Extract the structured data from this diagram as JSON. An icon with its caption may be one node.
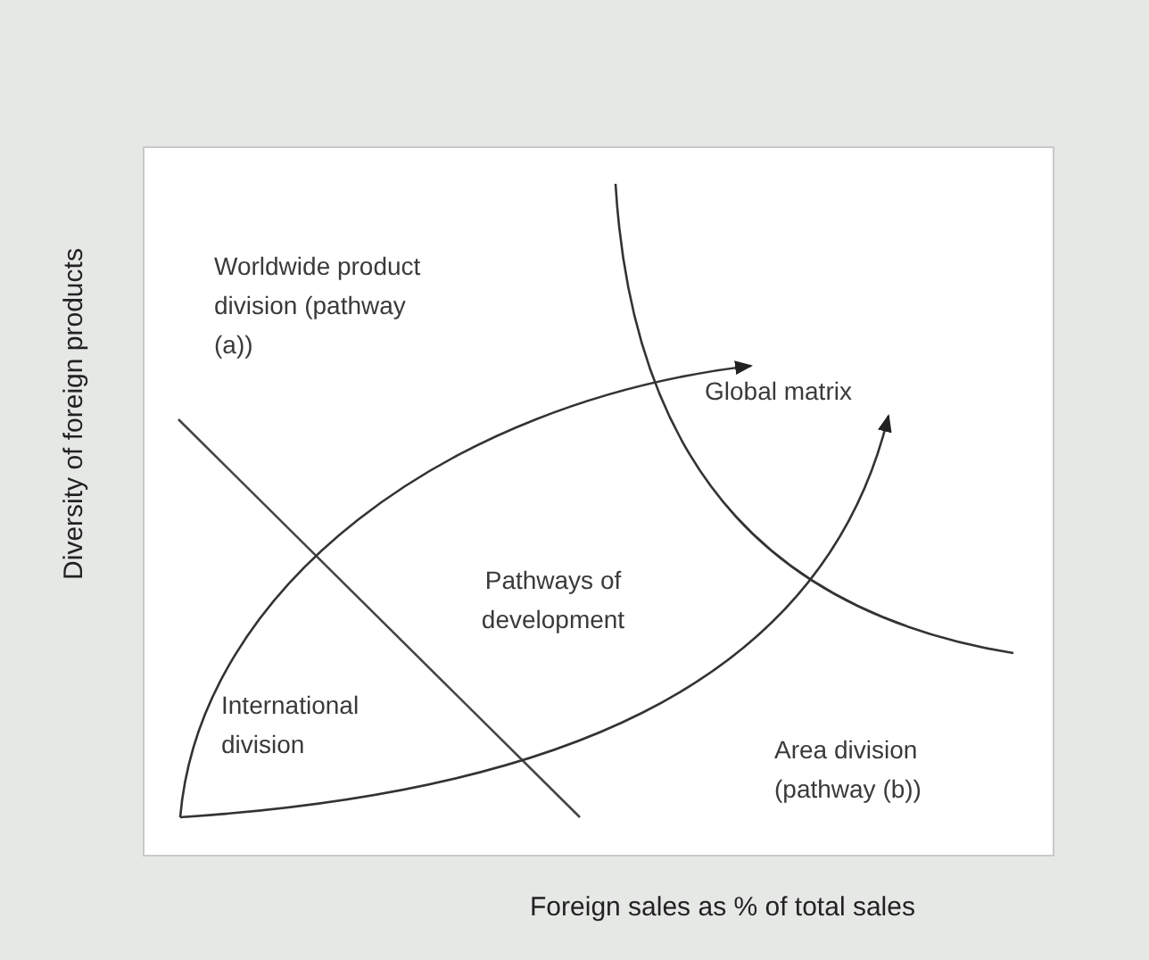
{
  "diagram": {
    "nodes": [
      {
        "text": [
          "Worldwide product division (pathway (a))"
        ]
      },
      {
        "text": [
          "Global matrix"
        ]
      },
      {
        "text": [
          "Pathways of development"
        ]
      },
      {
        "text": [
          "International division"
        ]
      },
      {
        "text": [
          "Area division (pathway (b))"
        ]
      }
    ],
    "edges": [
      {
        "from": null,
        "to": 1,
        "arrow": "to"
      },
      {
        "from": null,
        "to": 1,
        "arrow": "to"
      }
    ],
    "labels": [
      "Diversity of foreign products",
      "Foreign sales as % of total sales"
    ]
  }
}
